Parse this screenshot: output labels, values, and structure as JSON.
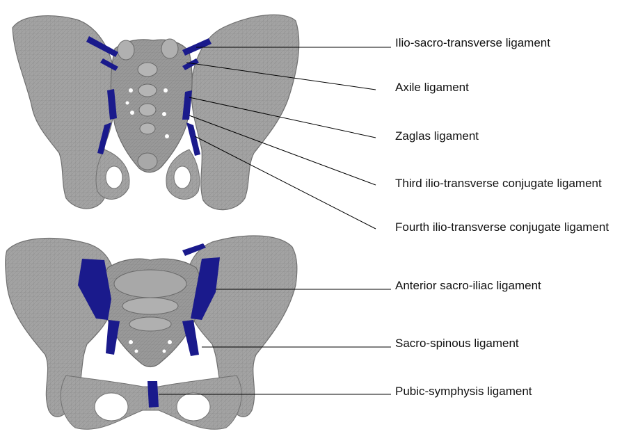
{
  "labels": [
    "Ilio-sacro-transverse ligament",
    "Axile ligament",
    "Zaglas ligament",
    "Third ilio-transverse conjugate ligament",
    "Fourth ilio-transverse conjugate ligament",
    "Anterior sacro-iliac ligament",
    "Sacro-spinous ligament",
    "Pubic-symphysis ligament"
  ],
  "colors": {
    "bone": "#9a9a9a",
    "bone_dark": "#6e6e6e",
    "ligament": "#1a1a8c",
    "leader_line": "#000000",
    "text": "#111111"
  }
}
